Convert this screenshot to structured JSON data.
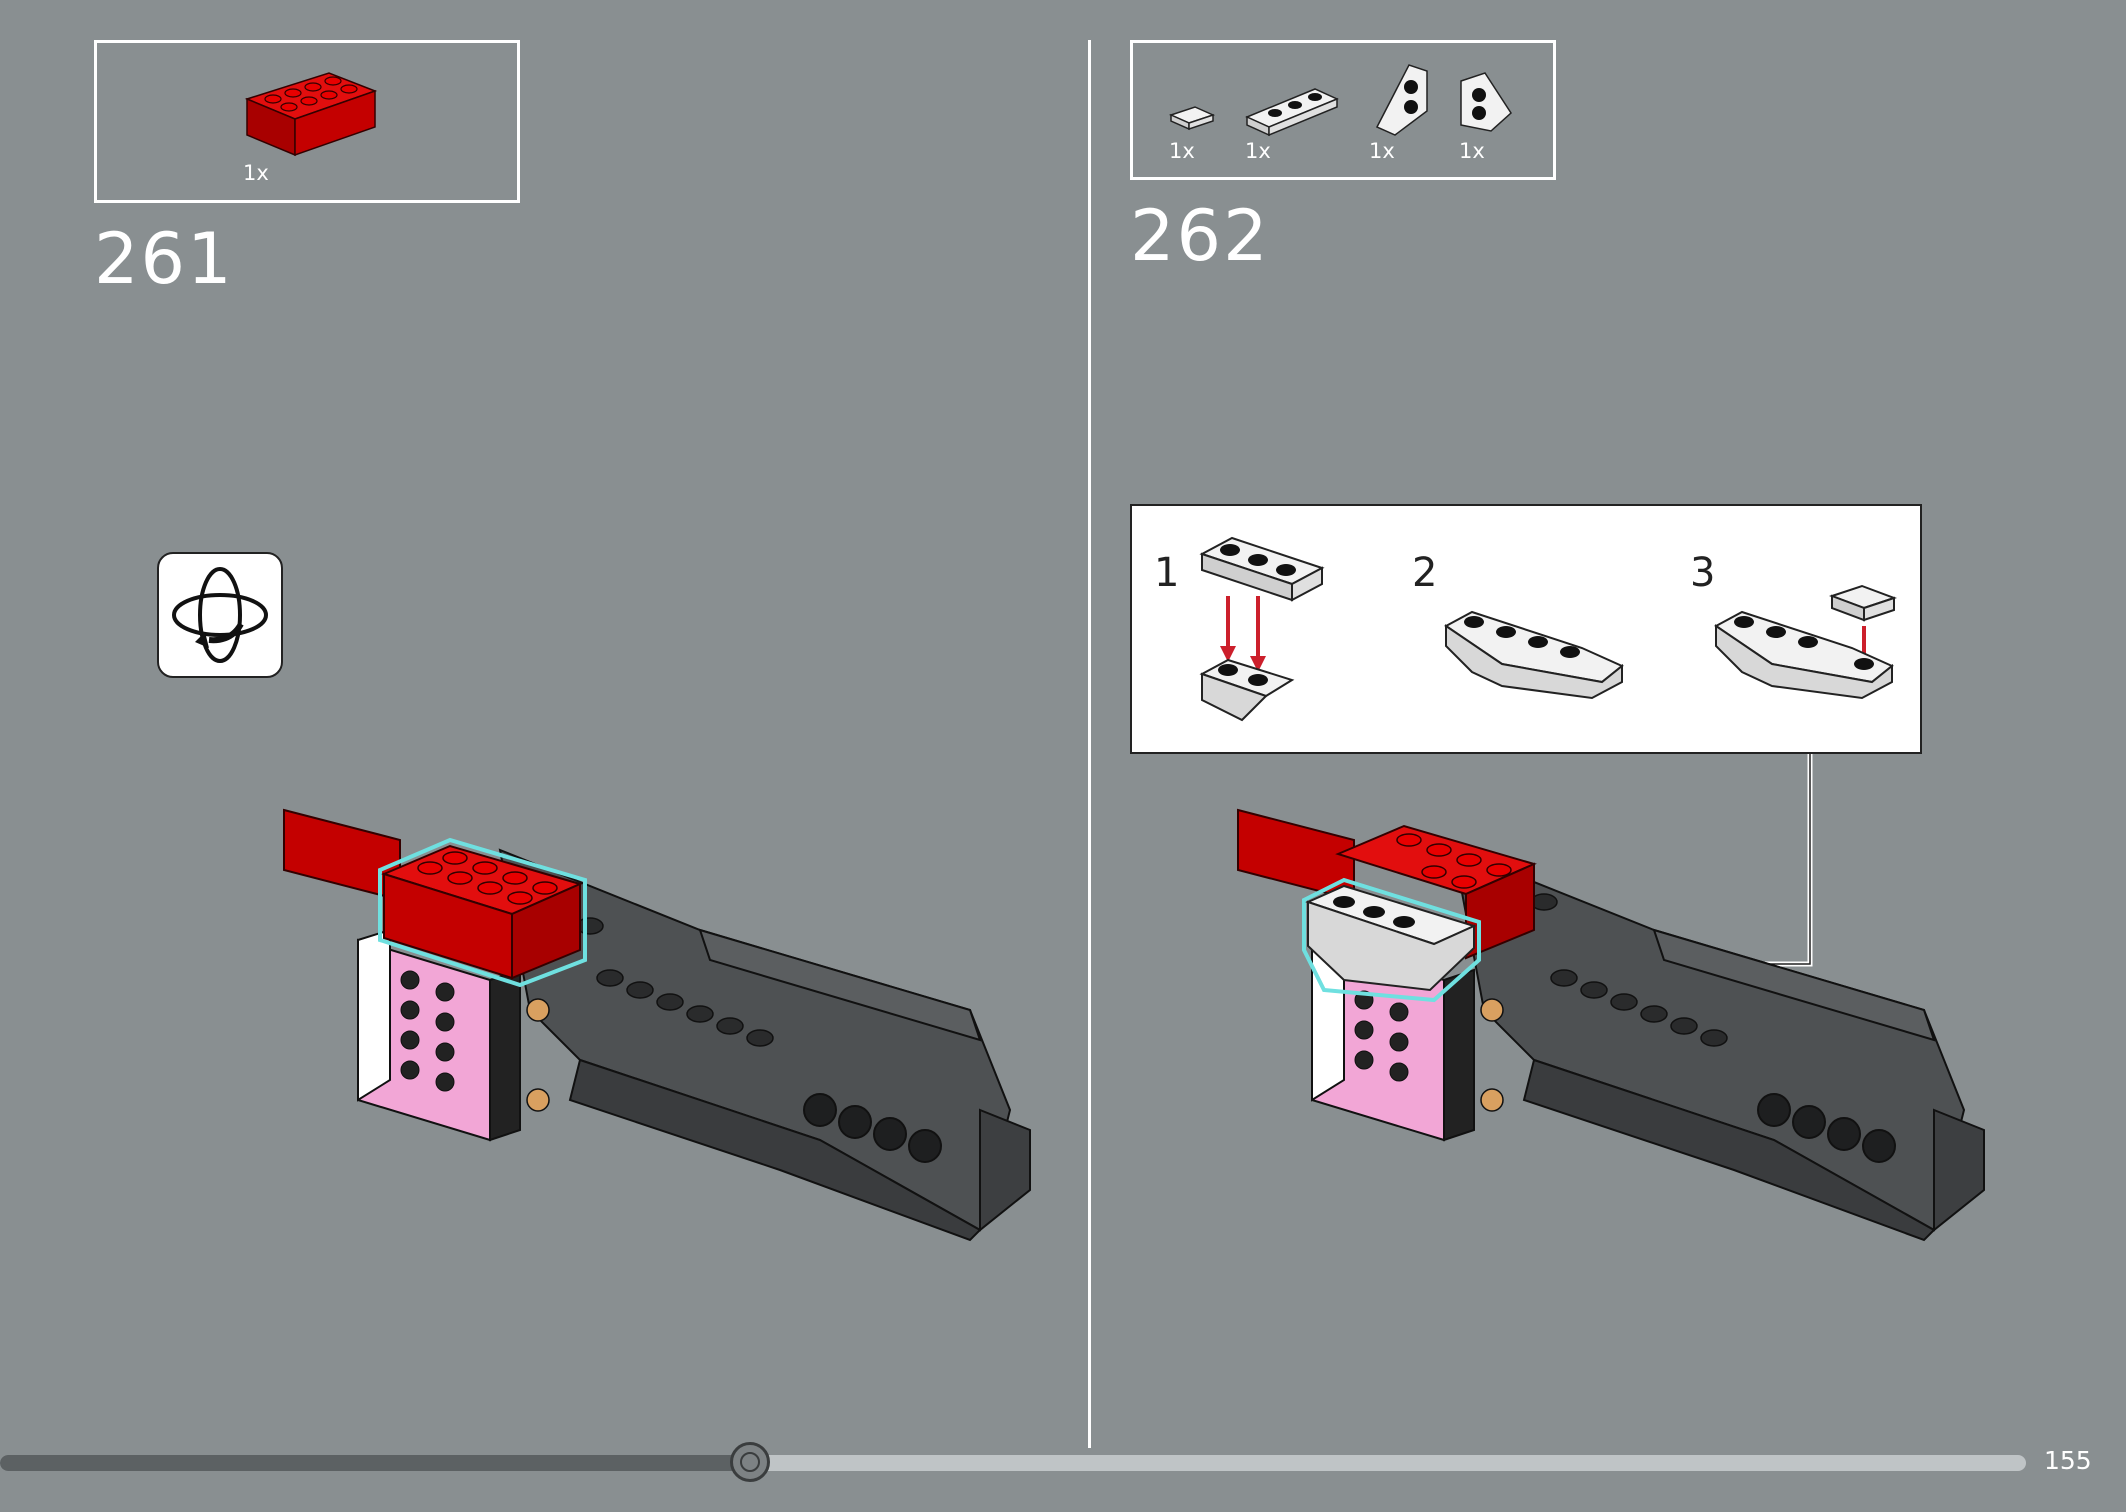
{
  "left_step": {
    "number": "261",
    "parts": [
      {
        "qty": "1x",
        "part_icon": "red-brick-2x4-icon",
        "color": "#cc0000"
      }
    ]
  },
  "right_step": {
    "number": "262",
    "parts": [
      {
        "qty": "1x",
        "part_icon": "white-tile-1x1-icon"
      },
      {
        "qty": "1x",
        "part_icon": "white-plate-1x3-icon"
      },
      {
        "qty": "1x",
        "part_icon": "white-wedge-plate-left-icon"
      },
      {
        "qty": "1x",
        "part_icon": "white-wedge-plate-right-icon"
      }
    ],
    "sub_steps": [
      {
        "label": "1"
      },
      {
        "label": "2"
      },
      {
        "label": "3"
      }
    ]
  },
  "rotate_icon": "rotate-model-icon",
  "footer": {
    "page_number": "155",
    "progress": 0.37
  },
  "colors": {
    "background": "#898f91",
    "brick_red": "#cc0000",
    "highlight": "#6fe0e0",
    "dark_grey": "#4a4c4e",
    "pink": "#f2a6d6",
    "tan": "#d9a060",
    "arrow_red": "#cc1f2b"
  }
}
